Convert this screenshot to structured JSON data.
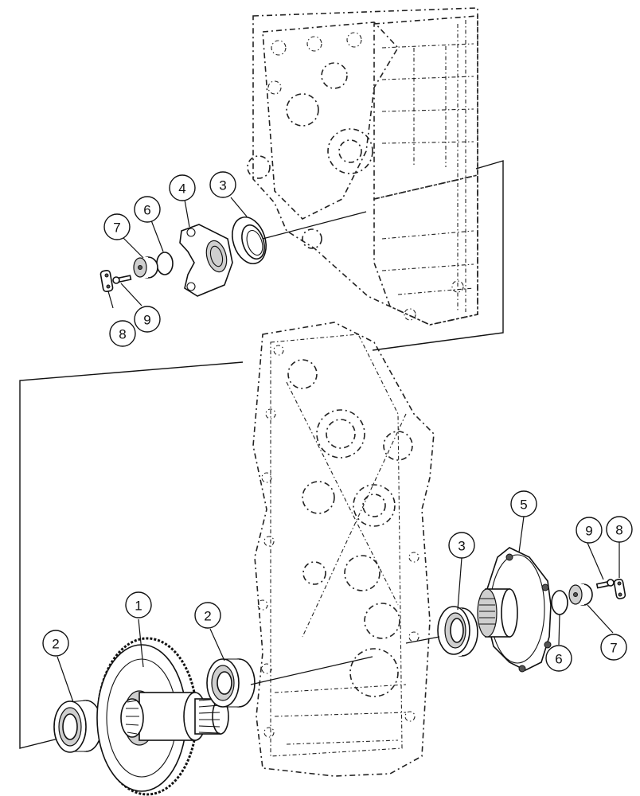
{
  "callouts": {
    "upper": [
      {
        "id": "u3",
        "label": "3"
      },
      {
        "id": "u4",
        "label": "4"
      },
      {
        "id": "u6",
        "label": "6"
      },
      {
        "id": "u7",
        "label": "7"
      },
      {
        "id": "u8",
        "label": "8"
      },
      {
        "id": "u9",
        "label": "9"
      }
    ],
    "lower": [
      {
        "id": "l1",
        "label": "1"
      },
      {
        "id": "l2a",
        "label": "2"
      },
      {
        "id": "l2b",
        "label": "2"
      },
      {
        "id": "l3",
        "label": "3"
      },
      {
        "id": "l5",
        "label": "5"
      },
      {
        "id": "l6",
        "label": "6"
      },
      {
        "id": "l7",
        "label": "7"
      },
      {
        "id": "l8",
        "label": "8"
      },
      {
        "id": "l9",
        "label": "9"
      }
    ]
  }
}
